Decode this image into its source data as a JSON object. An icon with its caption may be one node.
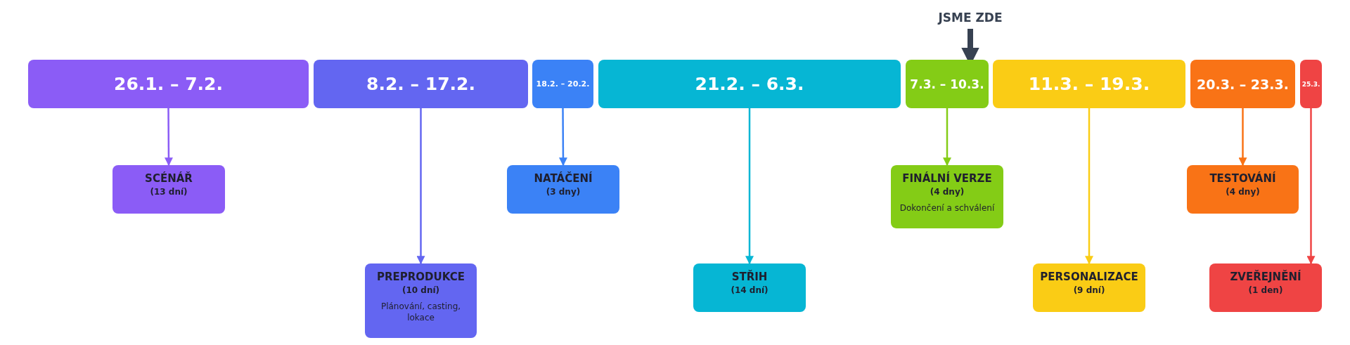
{
  "diagram": {
    "nodes": [
      {
        "text": [
          "JSME ZDE"
        ]
      },
      {
        "text": [
          "26.1. – 7.2."
        ]
      },
      {
        "text": [
          "8.2. – 17.2."
        ]
      },
      {
        "text": [
          "18.2. – 20.2."
        ]
      },
      {
        "text": [
          "21.2. – 6.3."
        ]
      },
      {
        "text": [
          "7.3. – 10.3."
        ]
      },
      {
        "text": [
          "11.3. – 19.3."
        ]
      },
      {
        "text": [
          "20.3. – 23.3."
        ]
      },
      {
        "text": [
          "25.3."
        ]
      },
      {
        "text": [
          "SCÉNÁŘ",
          "(13 dní)"
        ]
      },
      {
        "text": [
          "NATÁČENÍ",
          "(3 dny)"
        ]
      },
      {
        "text": [
          "FINÁLNÍ VERZE",
          "(4 dny)",
          "Dokončení a schválení"
        ]
      },
      {
        "text": [
          "TESTOVÁNÍ",
          "(4 dny)"
        ]
      },
      {
        "text": [
          "PREPRODUKCE",
          "(10 dní)",
          "Plánování, casting, lokace"
        ]
      },
      {
        "text": [
          "STŘIH",
          "(14 dní)"
        ]
      },
      {
        "text": [
          "PERSONALIZACE",
          "(9 dní)"
        ]
      },
      {
        "text": [
          "ZVEŘEJNĚNÍ",
          "(1 den)"
        ]
      }
    ],
    "edges": [
      {
        "from": 0,
        "to": 5,
        "arrow": "to",
        "style": "thick",
        "color": "#374151"
      },
      {
        "from": 1,
        "to": 9,
        "arrow": "to",
        "color": "#8b5cf6"
      },
      {
        "from": 2,
        "to": 13,
        "arrow": "to",
        "color": "#6366f1"
      },
      {
        "from": 3,
        "to": 10,
        "arrow": "to",
        "color": "#3b82f6"
      },
      {
        "from": 4,
        "to": 14,
        "arrow": "to",
        "color": "#06b6d4"
      },
      {
        "from": 5,
        "to": 11,
        "arrow": "to",
        "color": "#84cc16"
      },
      {
        "from": 6,
        "to": 15,
        "arrow": "to",
        "color": "#facc15"
      },
      {
        "from": 7,
        "to": 12,
        "arrow": "to",
        "color": "#f97316"
      },
      {
        "from": 8,
        "to": 16,
        "arrow": "to",
        "color": "#ef4444"
      }
    ]
  }
}
